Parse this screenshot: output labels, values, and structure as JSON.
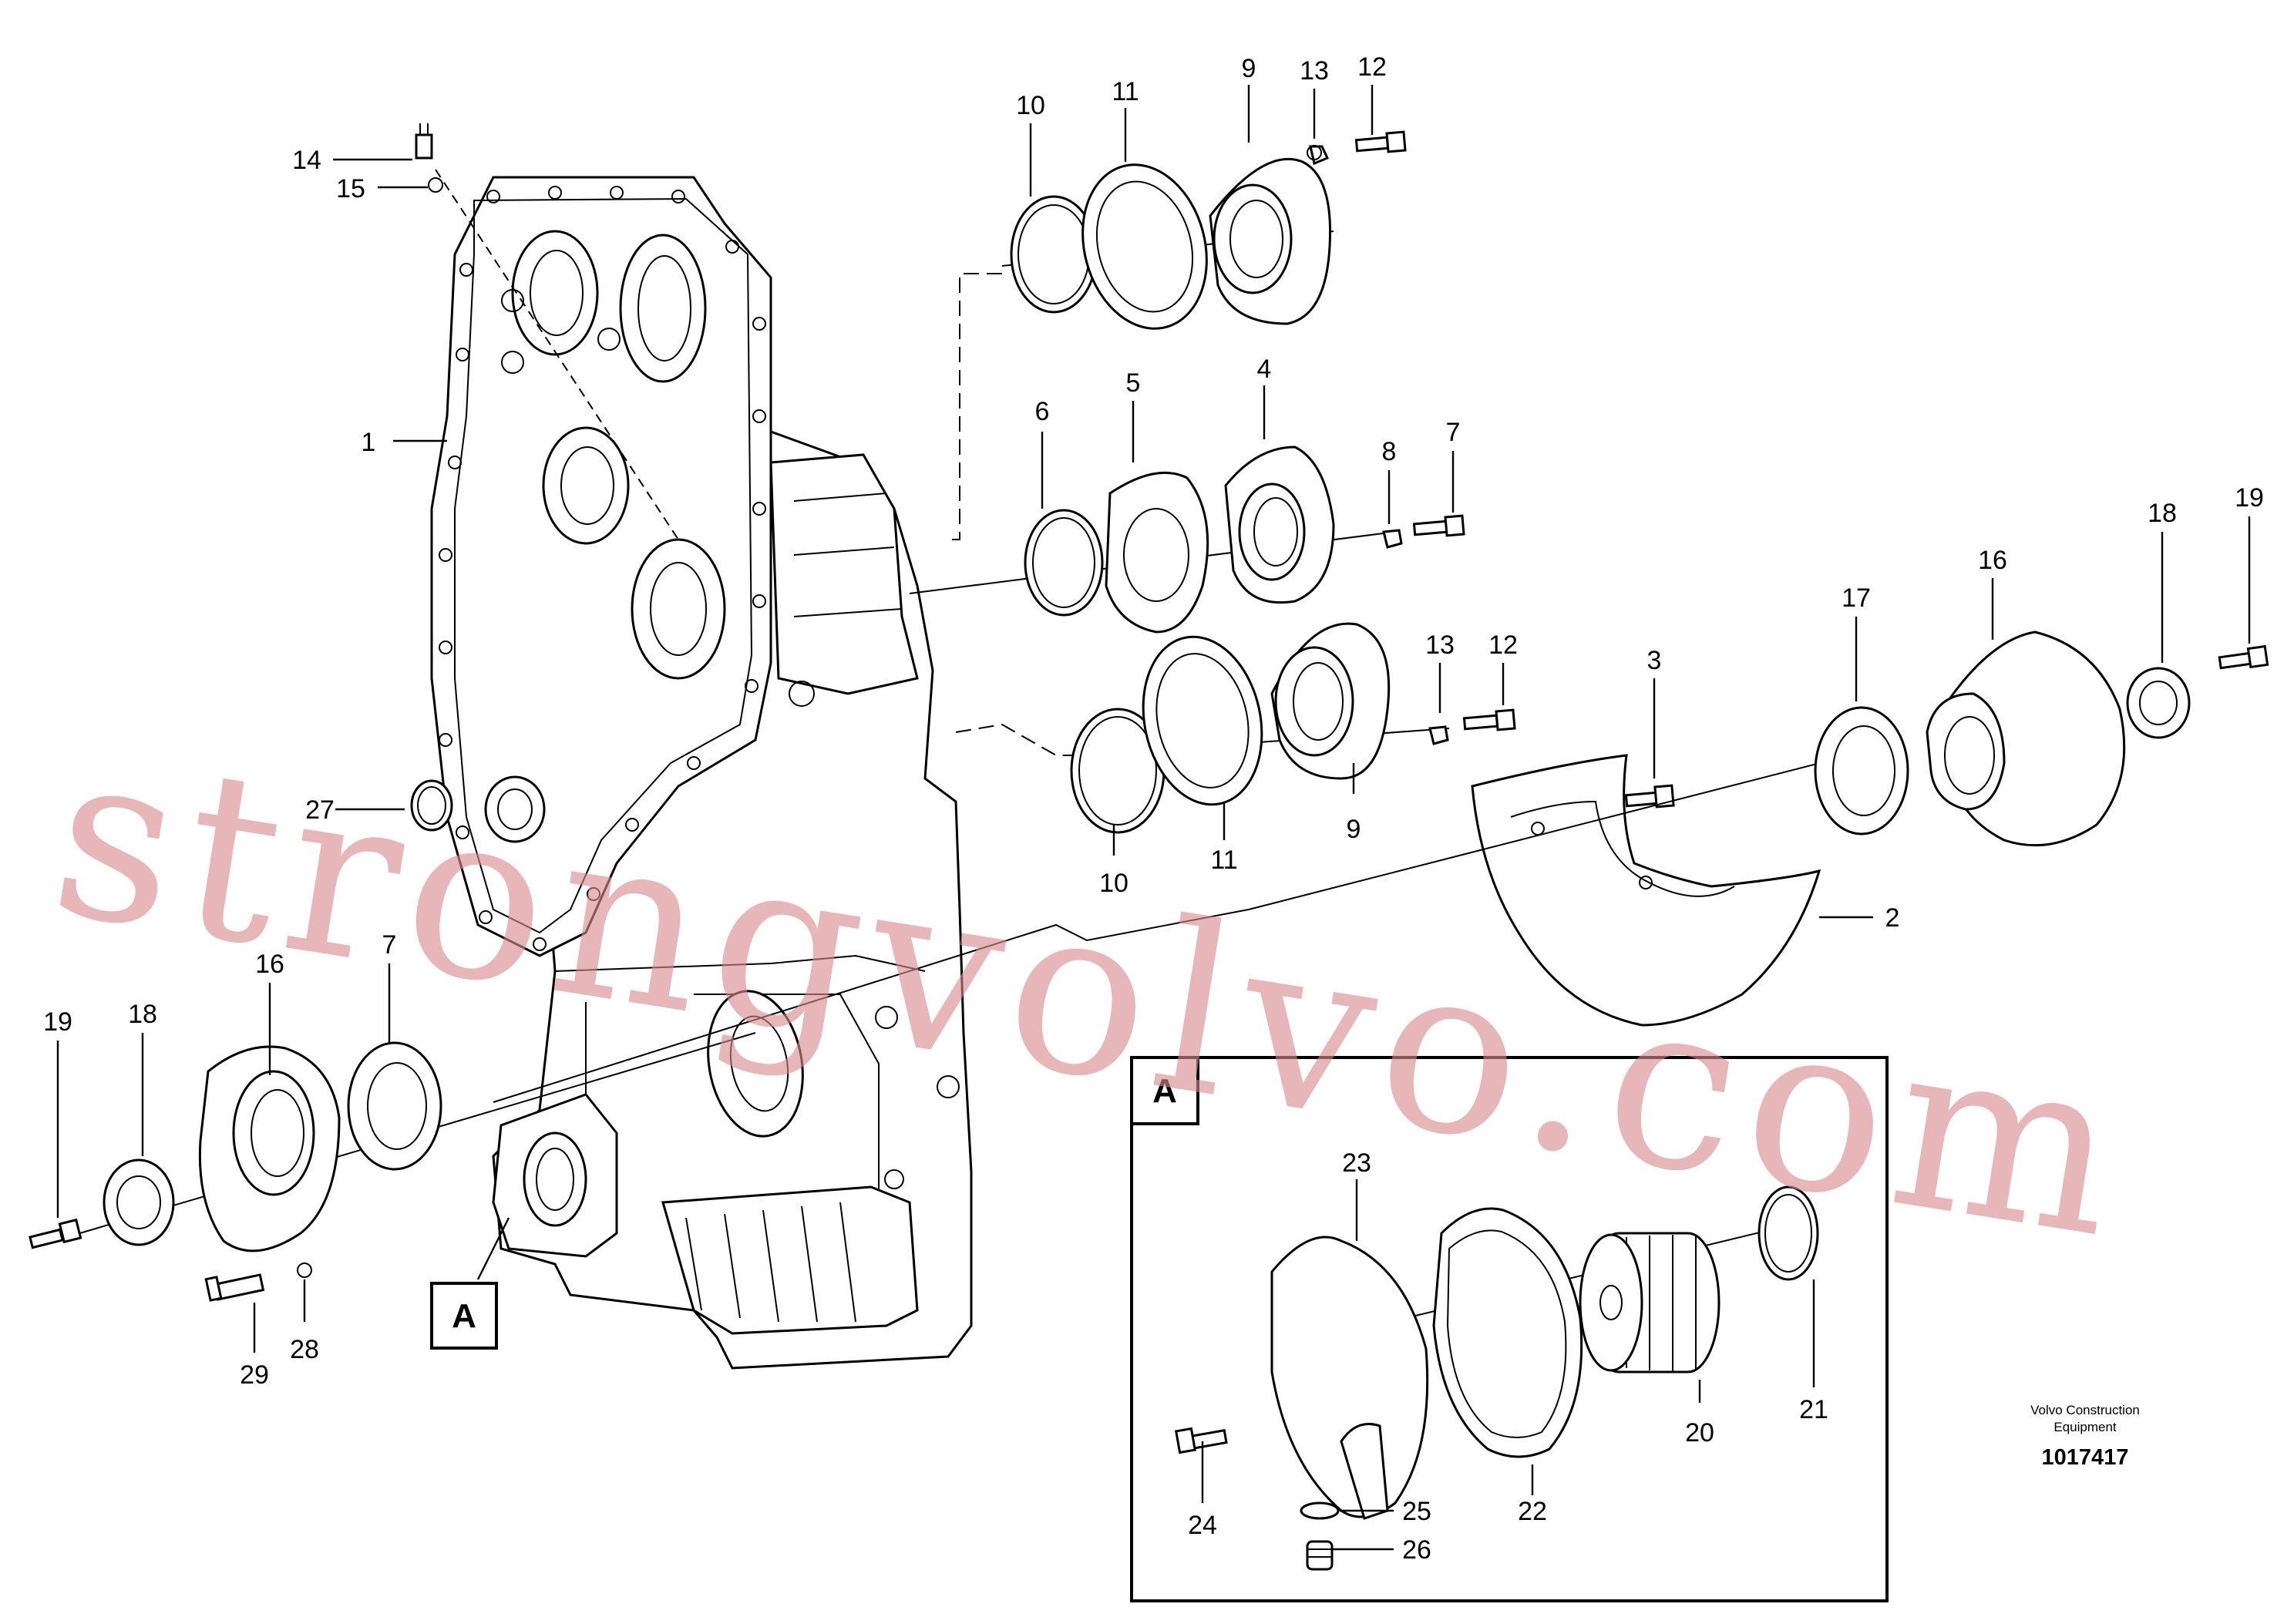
{
  "diagram": {
    "watermark": "strongvolvo.com",
    "credit_line1": "Volvo Construction",
    "credit_line2": "Equipment",
    "document_number": "1017417",
    "section_marker": "A",
    "detail_box_label": "A",
    "callouts": {
      "c1": "1",
      "c2": "2",
      "c3": "3",
      "c4": "4",
      "c5": "5",
      "c6": "6",
      "c7a": "7",
      "c7b": "7",
      "c8": "8",
      "c9a": "9",
      "c9b": "9",
      "c10a": "10",
      "c10b": "10",
      "c11a": "11",
      "c11b": "11",
      "c12a": "12",
      "c12b": "12",
      "c13a": "13",
      "c13b": "13",
      "c14": "14",
      "c15": "15",
      "c16a": "16",
      "c16b": "16",
      "c17a": "17",
      "c18a": "18",
      "c18b": "18",
      "c19a": "19",
      "c19b": "19",
      "c20": "20",
      "c21": "21",
      "c22": "22",
      "c23": "23",
      "c24": "24",
      "c25": "25",
      "c26": "26",
      "c27": "27",
      "c28": "28",
      "c29": "29"
    }
  }
}
